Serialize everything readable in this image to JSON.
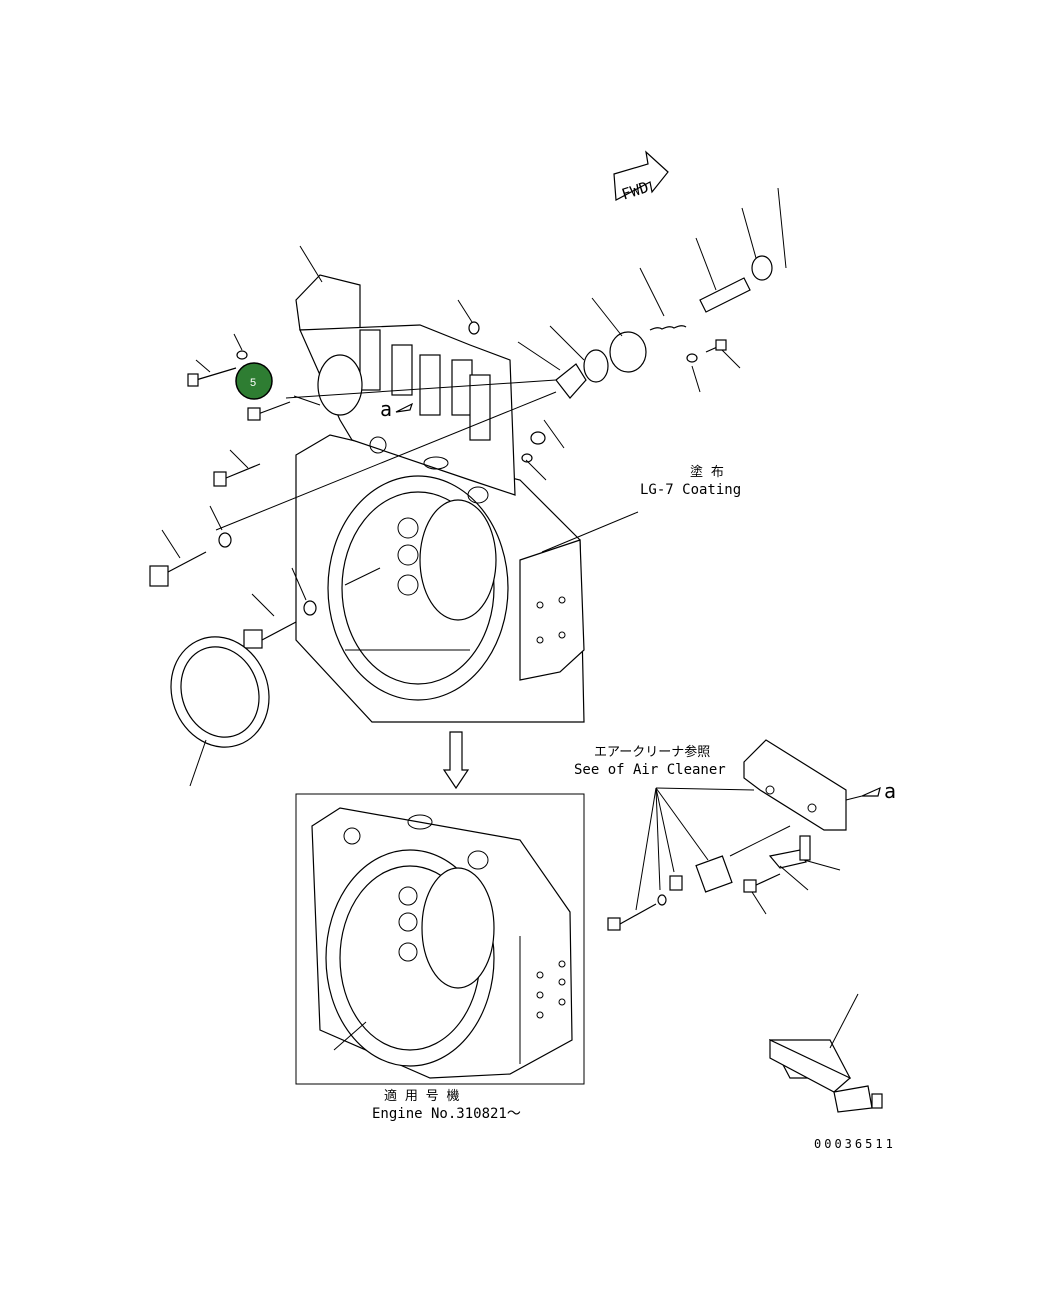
{
  "direction_arrow": {
    "label": "FWD"
  },
  "notes": {
    "coating_jp": "塗 布",
    "coating_en": "LG-7 Coating",
    "air_cleaner_jp": "エアークリーナ参照",
    "air_cleaner_en": "See of Air Cleaner",
    "serial_jp": "適 用 号 機",
    "serial_en": "Engine No.310821〜"
  },
  "ref_marks": {
    "a_upper": "a",
    "a_lower": "a"
  },
  "callout_badge": {
    "label": "5",
    "color": "#2e7d32"
  },
  "figure_number": "00036511"
}
